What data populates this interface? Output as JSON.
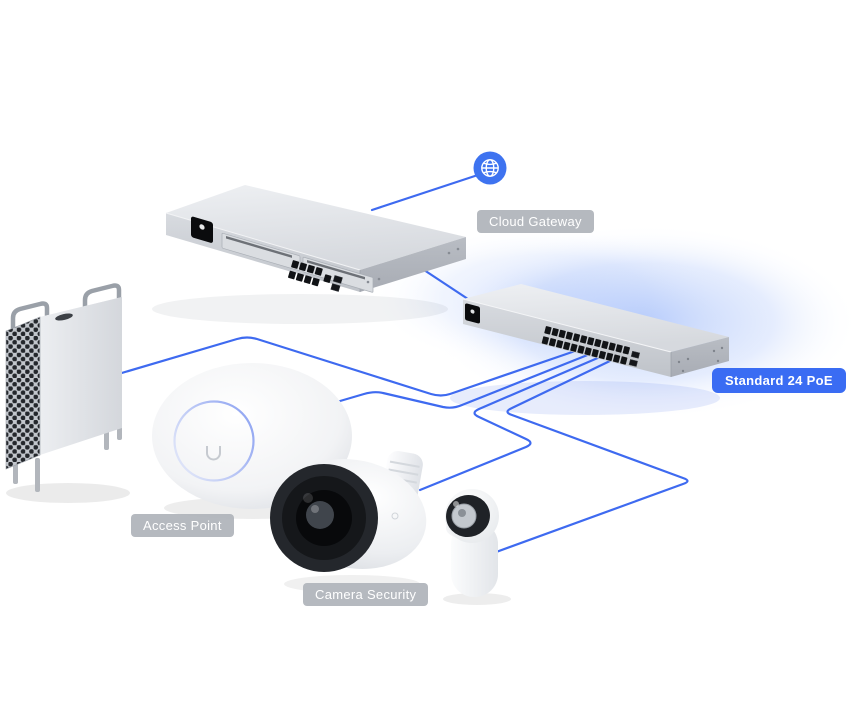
{
  "page": {
    "type": "network-topology-illustration",
    "background": "#ffffff"
  },
  "diagram": {
    "nodes": [
      {
        "id": "internet",
        "icon": "globe-icon",
        "label": ""
      },
      {
        "id": "cloud-gateway",
        "label": "Cloud Gateway",
        "badge": "gray"
      },
      {
        "id": "poe-switch",
        "label": "Standard 24 PoE",
        "badge": "blue"
      },
      {
        "id": "desktop-tower",
        "label": "",
        "badge": ""
      },
      {
        "id": "access-point",
        "label": "Access Point",
        "badge": "gray"
      },
      {
        "id": "bullet-camera",
        "label": "Camera Security",
        "badge": "gray"
      },
      {
        "id": "turret-camera",
        "label": "",
        "badge": ""
      }
    ],
    "edges": [
      {
        "from": "internet",
        "to": "cloud-gateway"
      },
      {
        "from": "cloud-gateway",
        "to": "poe-switch"
      },
      {
        "from": "poe-switch",
        "to": "desktop-tower"
      },
      {
        "from": "poe-switch",
        "to": "access-point"
      },
      {
        "from": "poe-switch",
        "to": "bullet-camera"
      },
      {
        "from": "poe-switch",
        "to": "turret-camera"
      }
    ],
    "colors": {
      "cable": "#3e6af0",
      "badge_blue": "#3a6cf3",
      "badge_gray": "#b3b8be",
      "globe": "#3e73f0",
      "glow": "#7da2f8"
    }
  }
}
